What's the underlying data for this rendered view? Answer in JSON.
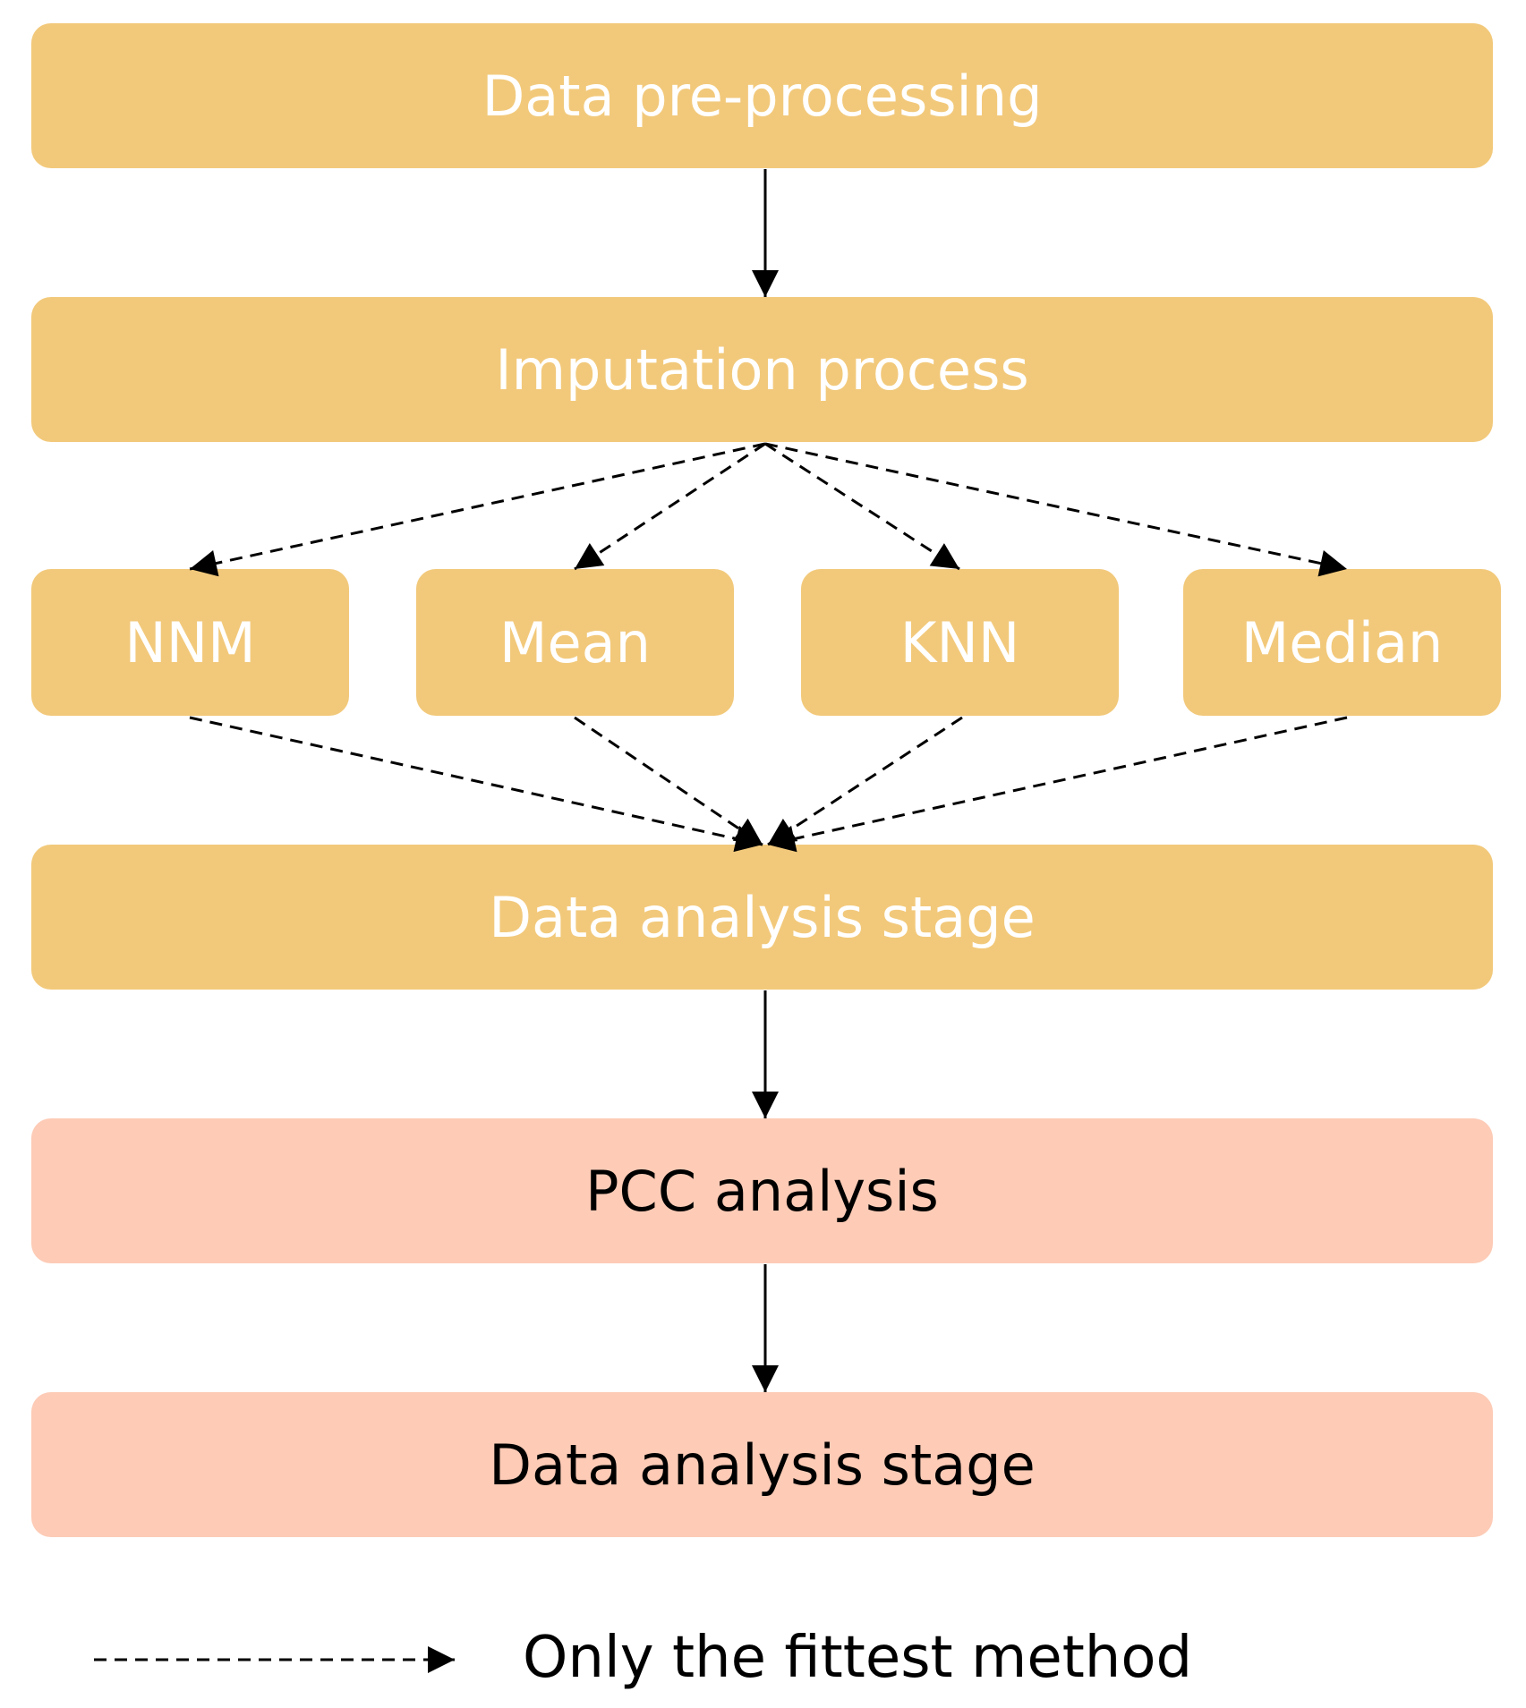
{
  "boxes": {
    "preprocessing": "Data pre-processing",
    "imputation": "Imputation process",
    "methods": [
      "NNM",
      "Mean",
      "KNN",
      "Median"
    ],
    "analysis_stage": "Data analysis stage",
    "pcc": "PCC analysis",
    "final_stage": "Data analysis stage"
  },
  "legend": {
    "dashed_arrow": "Only the fittest method"
  },
  "colors": {
    "stage_fill": "#f2c97b",
    "analysis_fill": "#fdcbb6",
    "arrow": "#000000"
  }
}
